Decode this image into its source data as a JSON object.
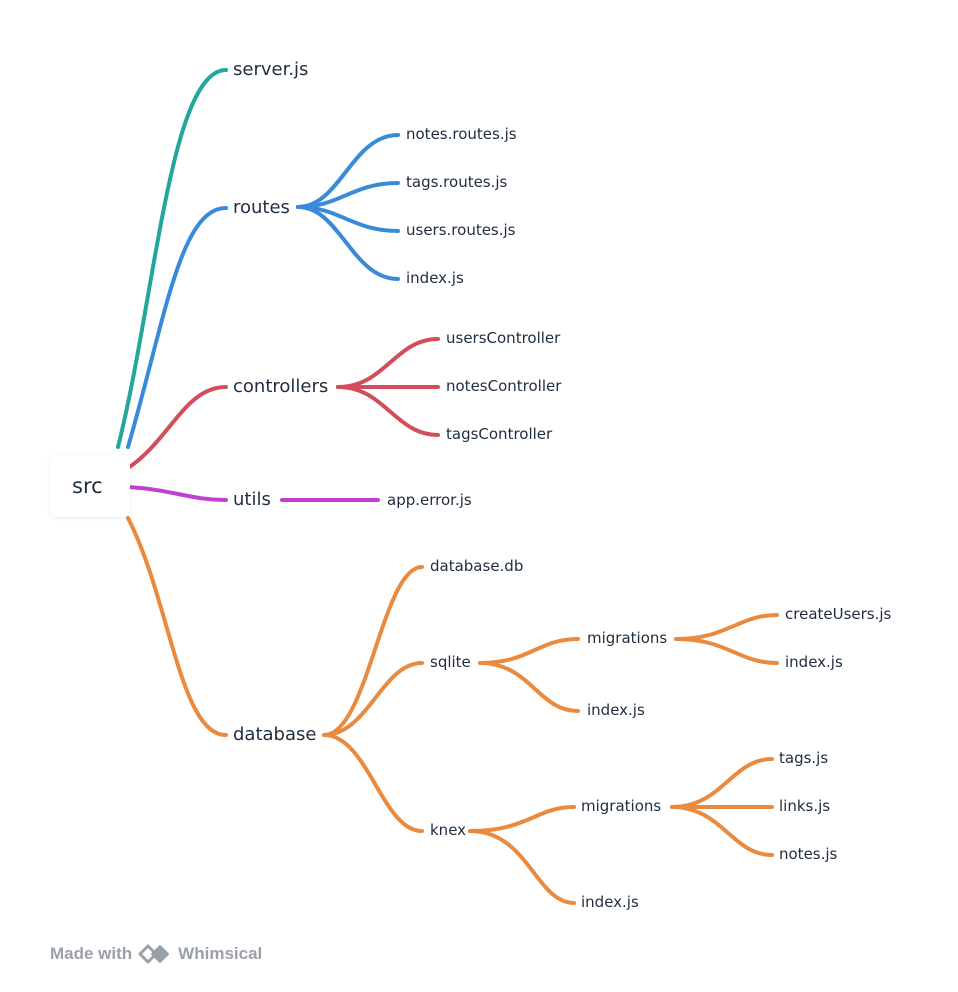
{
  "root": {
    "label": "src"
  },
  "colors": {
    "teal": "#22a79a",
    "blue": "#3b8ad9",
    "red": "#d24e5c",
    "purple": "#c13fd1",
    "orange": "#ea8a3f",
    "text": "#1f2d3d",
    "footer": "#9aa0a8"
  },
  "branches": {
    "server": {
      "label": "server.js"
    },
    "routes": {
      "label": "routes",
      "children": [
        "notes.routes.js",
        "tags.routes.js",
        "users.routes.js",
        "index.js"
      ]
    },
    "controllers": {
      "label": "controllers",
      "children": [
        "usersController",
        "notesController",
        "tagsController"
      ]
    },
    "utils": {
      "label": "utils",
      "children": [
        "app.error.js"
      ]
    },
    "database": {
      "label": "database",
      "db": "database.db",
      "sqlite": {
        "label": "sqlite",
        "migrations": {
          "label": "migrations",
          "children": [
            "createUsers.js",
            "index.js"
          ]
        },
        "index": "index.js"
      },
      "knex": {
        "label": "knex",
        "migrations": {
          "label": "migrations",
          "children": [
            "tags.js",
            "links.js",
            "notes.js"
          ]
        },
        "index": "index.js"
      }
    }
  },
  "footer": {
    "made_with": "Made with",
    "brand": "Whimsical",
    "logo_icon": "whimsical-logo-icon"
  }
}
